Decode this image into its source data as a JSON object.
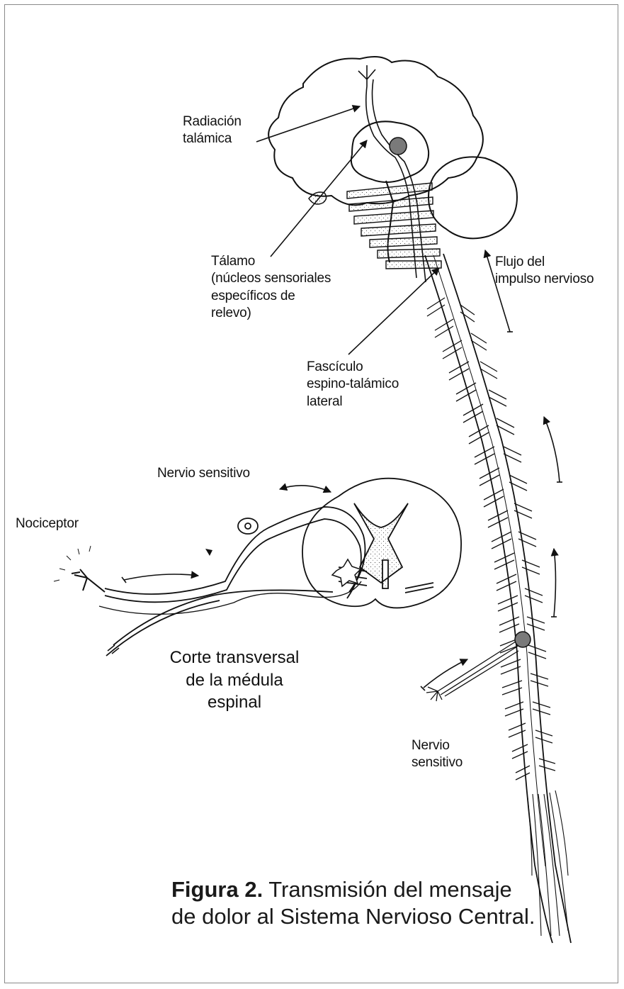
{
  "figure": {
    "labels": {
      "radiacion": "Radiación\ntalámica",
      "talamo": "Tálamo\n(núcleos sensoriales\nespecíficos de\nrelevo)",
      "flujo": "Flujo del\nimpulso nervioso",
      "fasciculo": "Fascículo\nespino-talámico\nlateral",
      "nervio_sensitivo_top": "Nervio sensitivo",
      "nociceptor": "Nociceptor",
      "corte": "Corte transversal\nde la médula\nespinal",
      "nervio_sensitivo_bottom": "Nervio\nsensitivo"
    },
    "caption": {
      "number": "Figura 2.",
      "text": " Transmisión del mensaje de dolor al Sistema Nervioso Central."
    }
  },
  "colors": {
    "ink": "#111111",
    "frame": "#8a8a8a",
    "dot_fill": "#7a7a7a"
  }
}
